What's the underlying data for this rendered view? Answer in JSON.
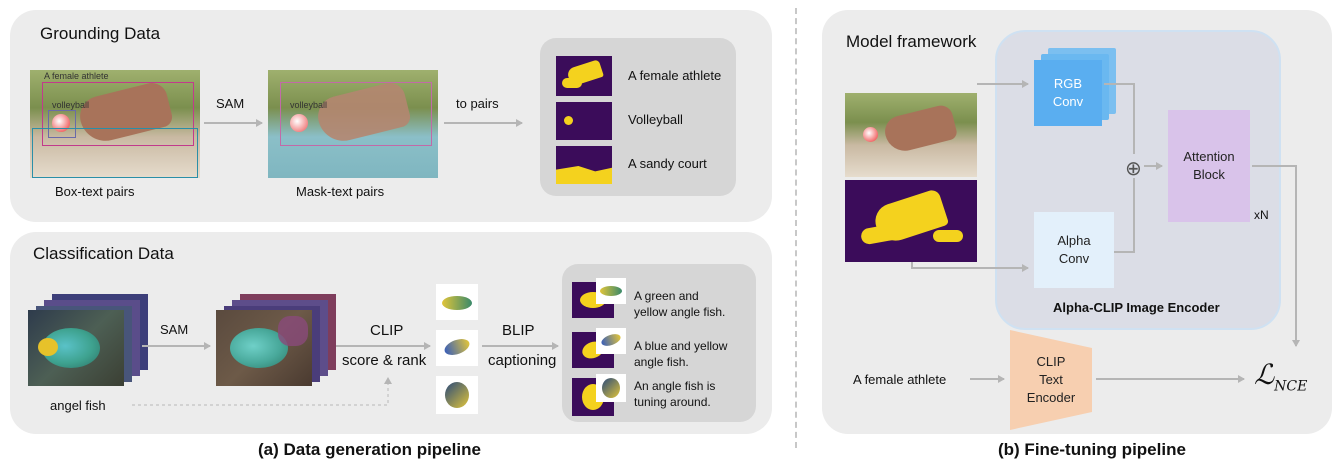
{
  "grounding": {
    "title": "Grounding Data",
    "box_text_overlay": "A female athlete",
    "box_text_ball": "volleyball",
    "sam_label": "SAM",
    "to_pairs_label": "to pairs",
    "box_caption": "Box-text pairs",
    "mask_caption": "Mask-text pairs",
    "pairs": [
      {
        "text": "A female athlete"
      },
      {
        "text": "Volleyball"
      },
      {
        "text": "A sandy court"
      }
    ]
  },
  "classification": {
    "title": "Classification Data",
    "sam_label": "SAM",
    "clip_label_1": "CLIP",
    "clip_label_2": "score & rank",
    "blip_label_1": "BLIP",
    "blip_label_2": "captioning",
    "source_label": "angel fish",
    "captions": [
      {
        "line1": "A green and",
        "line2": "yellow angle fish."
      },
      {
        "line1": "A blue and yellow",
        "line2": "angle fish."
      },
      {
        "line1": "An angle fish is",
        "line2": "tuning around."
      }
    ]
  },
  "framework": {
    "title": "Model framework",
    "rgb_line1": "RGB",
    "rgb_line2": "Conv",
    "alpha_line1": "Alpha",
    "alpha_line2": "Conv",
    "attention_line1": "Attention",
    "attention_line2": "Block",
    "xn": "xN",
    "encoder_label": "Alpha-CLIP Image Encoder",
    "text_input": "A female athlete",
    "text_enc_line1": "CLIP",
    "text_enc_line2": "Text",
    "text_enc_line3": "Encoder",
    "loss_main": "ℒ",
    "loss_sub": "NCE",
    "plus_symbol": "⊕"
  },
  "captions": {
    "left": "(a) Data generation pipeline",
    "right": "(b) Fine-tuning pipeline"
  },
  "colors": {
    "panel": "#ececec",
    "mask_bg": "#3b0c5a",
    "mask_fg": "#f4d21e",
    "rgb_conv": "#5aaef0",
    "alpha_conv": "#e3f0fb",
    "attention": "#d9c3ea",
    "text_encoder": "#f7cfb0",
    "arrow": "#b5b5b5"
  }
}
